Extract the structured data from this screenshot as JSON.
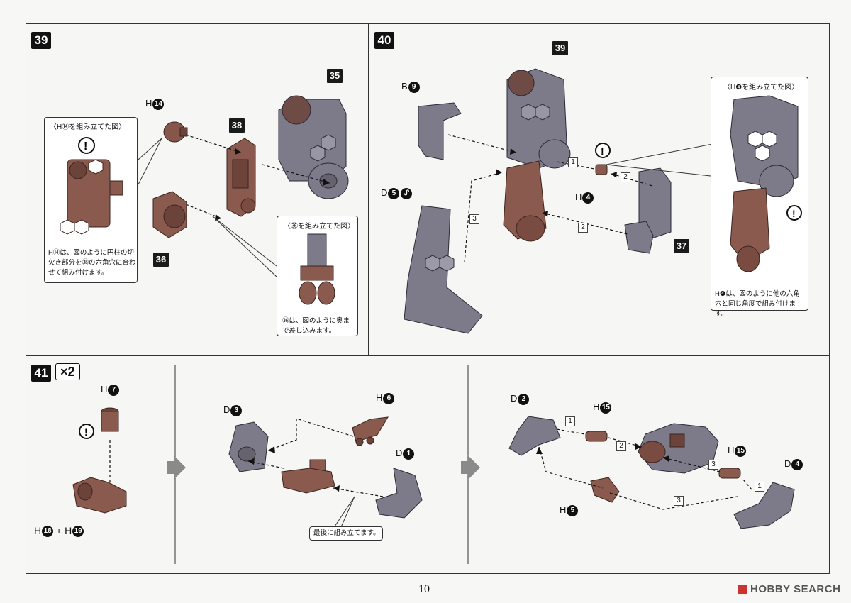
{
  "steps": {
    "s39": {
      "number": "39",
      "callout_h14": {
        "title": "〈H⑭を組み立てた図〉",
        "note": "H⑭は、図のように円柱の切欠き部分を㊳の六角穴に合わせて組み付けます。"
      },
      "callout_36": {
        "title": "〈㊱を組み立てた図〉",
        "note": "㊱は、図のように奥まで差し込みます。"
      },
      "part_h": {
        "letter": "H",
        "num": "14"
      },
      "tags": [
        "38",
        "35",
        "36"
      ]
    },
    "s40": {
      "number": "40",
      "tags": [
        "39",
        "37"
      ],
      "part_b": {
        "letter": "B",
        "num": "9"
      },
      "part_d": {
        "letter": "D",
        "num": "5"
      },
      "part_h": {
        "letter": "H",
        "num": "4"
      },
      "callout_h4": {
        "title": "〈H❹を組み立てた図〉",
        "note": "H❹は、図のように他の六角穴と同じ角度で組み付けます。"
      },
      "seq": [
        "1",
        "2",
        "2",
        "3"
      ]
    },
    "s41": {
      "number": "41",
      "multiplier": "×2",
      "part_h7": {
        "letter": "H",
        "num": "7"
      },
      "part_h18": {
        "letter": "H",
        "num": "18"
      },
      "part_h19": {
        "letter": "H",
        "num": "19"
      },
      "plus": "+",
      "part_d3": {
        "letter": "D",
        "num": "3"
      },
      "part_h6": {
        "letter": "H",
        "num": "6"
      },
      "part_d1": {
        "letter": "D",
        "num": "1"
      },
      "last_note": "最後に組み立てます。",
      "part_d2": {
        "letter": "D",
        "num": "2"
      },
      "part_h15a": {
        "letter": "H",
        "num": "15"
      },
      "part_h15b": {
        "letter": "H",
        "num": "15"
      },
      "part_d4": {
        "letter": "D",
        "num": "4"
      },
      "part_h5": {
        "letter": "H",
        "num": "5"
      },
      "seq": [
        "1",
        "2",
        "3",
        "1",
        "3"
      ]
    }
  },
  "page_number": "10",
  "watermark": "HOBBY SEARCH",
  "colors": {
    "brown": "#7a4f45",
    "gray": "#7d7a8a",
    "ink": "#111111"
  }
}
